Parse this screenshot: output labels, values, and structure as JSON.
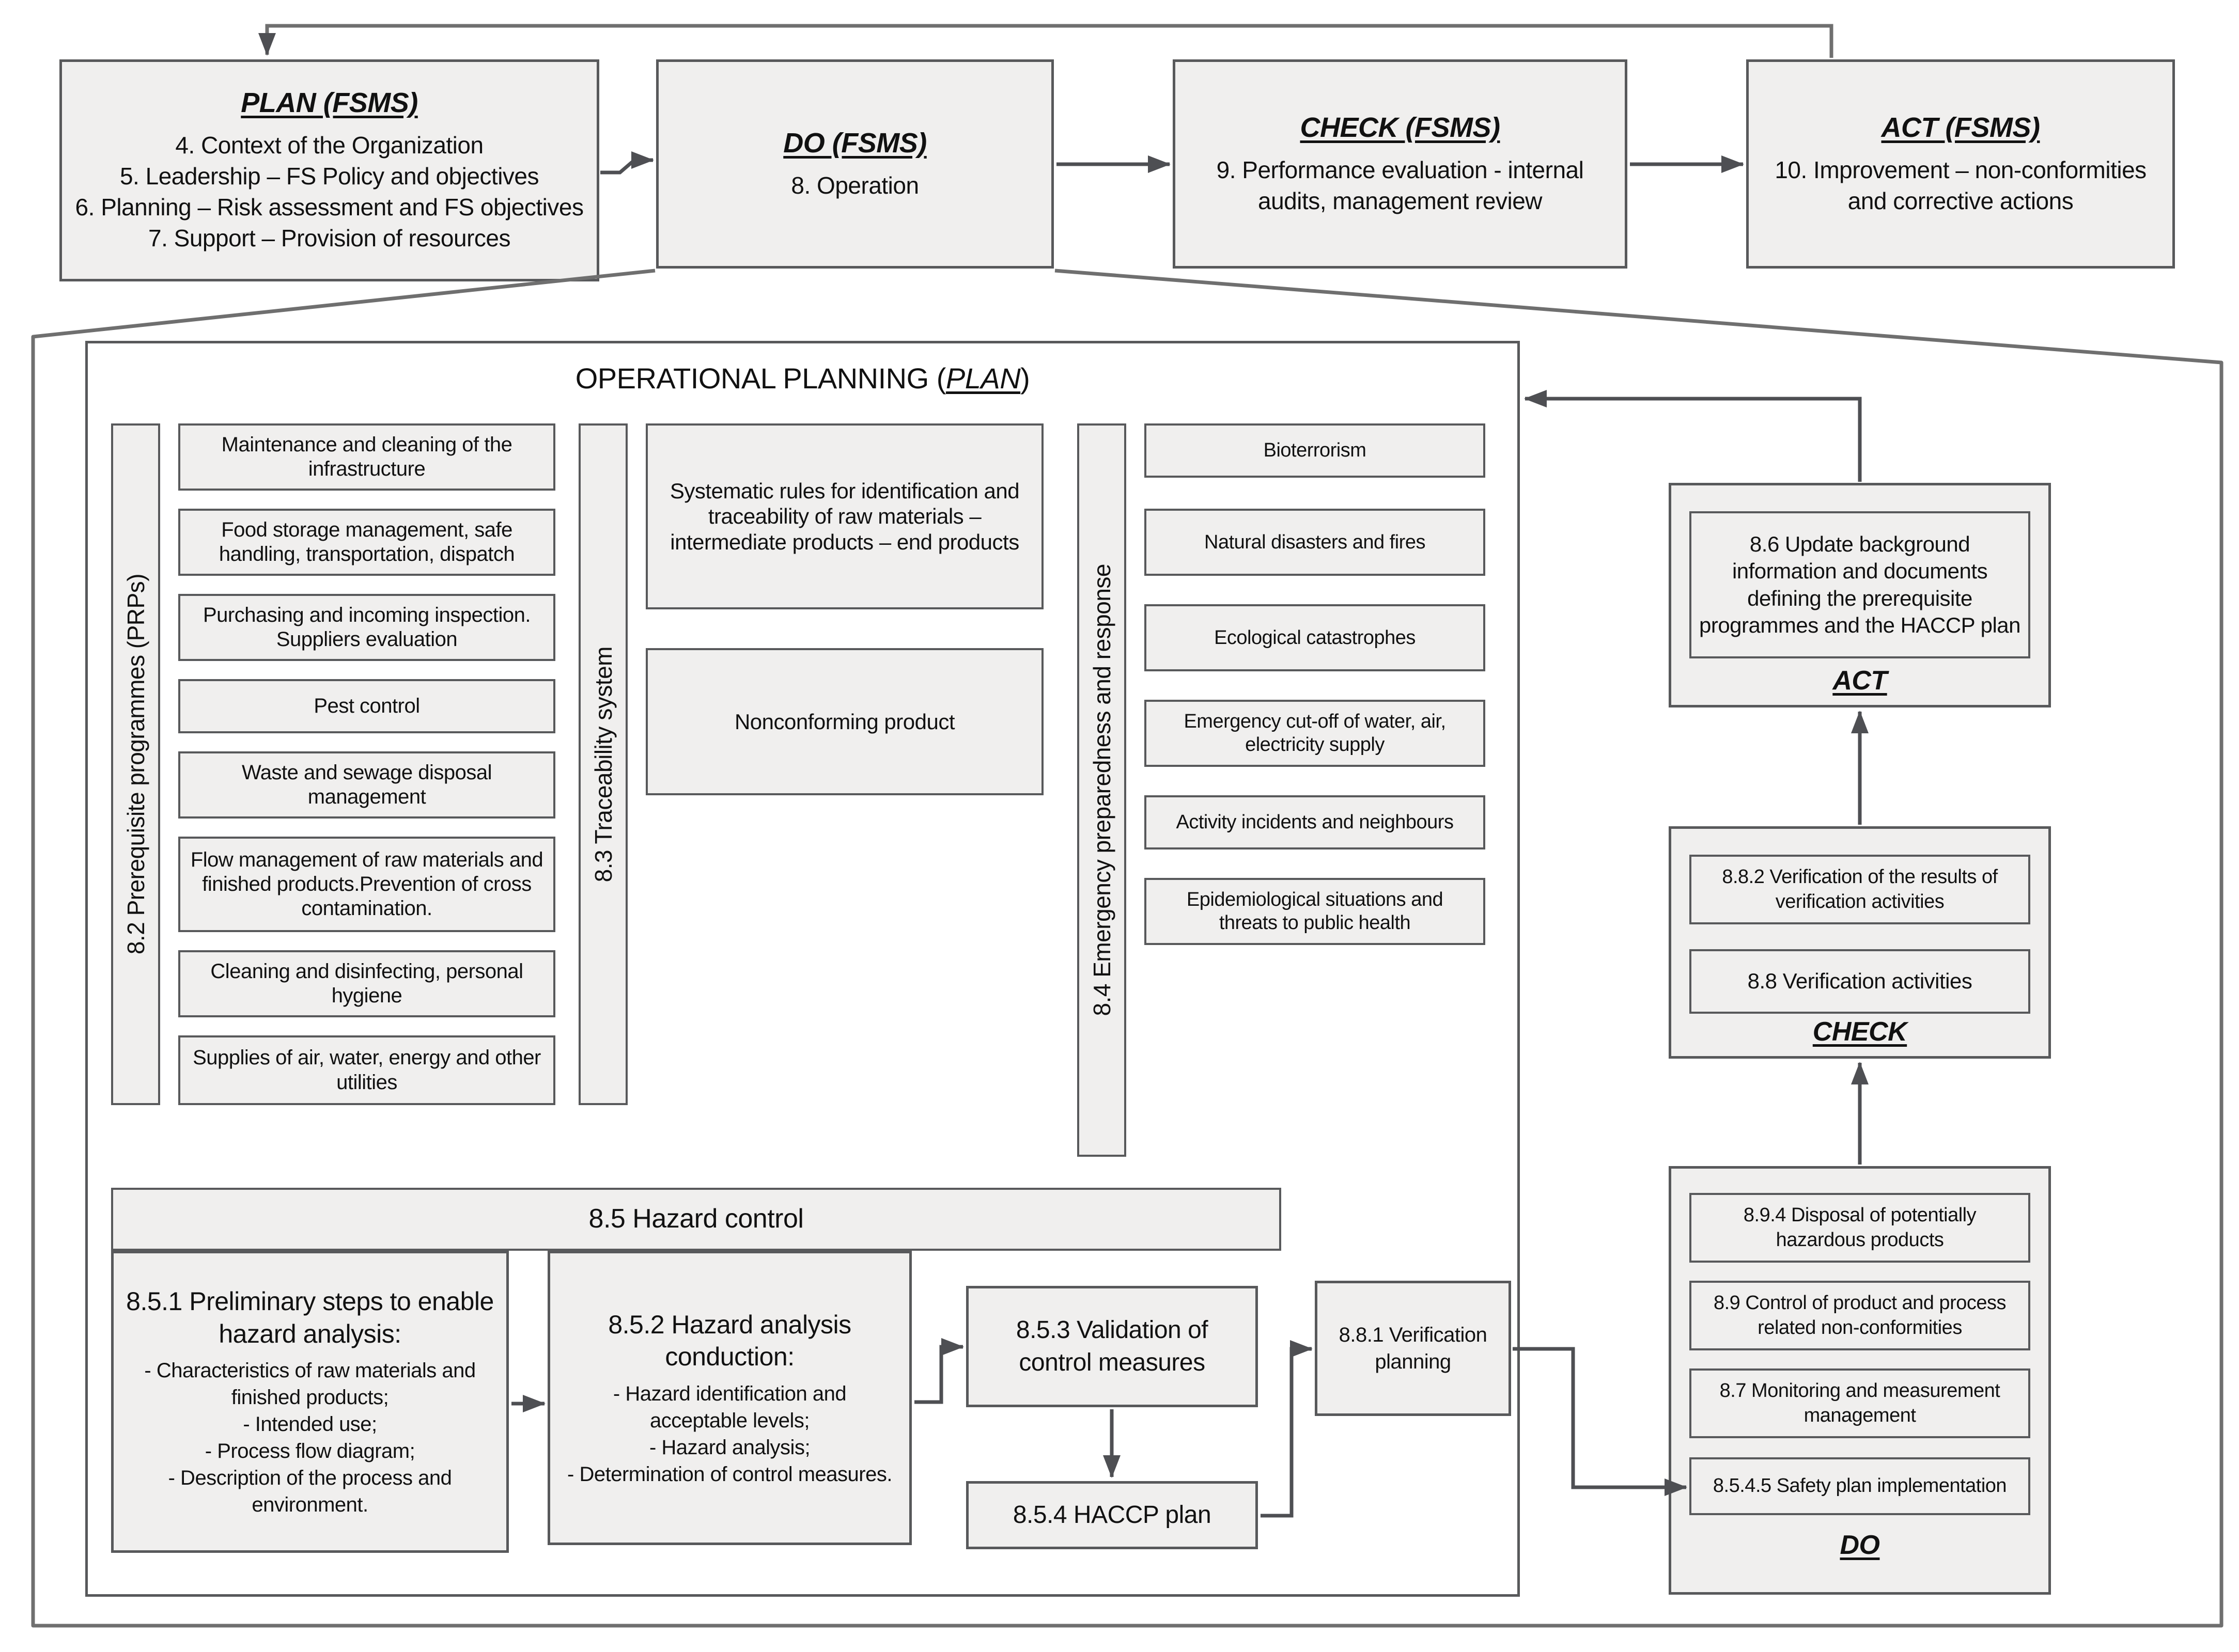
{
  "top": {
    "plan": {
      "title": "PLAN (FSMS)",
      "lines": [
        "4. Context of the Organization",
        "5. Leadership – FS Policy and objectives",
        "6. Planning – Risk assessment and FS objectives",
        "7. Support – Provision of resources"
      ]
    },
    "do": {
      "title": "DO (FSMS)",
      "lines": [
        "8. Operation"
      ]
    },
    "check": {
      "title": "CHECK (FSMS)",
      "lines": [
        "9. Performance evaluation - internal audits, management review"
      ]
    },
    "act": {
      "title": "ACT (FSMS)",
      "lines": [
        "10. Improvement – non-conformities and corrective actions"
      ]
    }
  },
  "op": {
    "title_pre": "OPERATIONAL PLANNING (",
    "title_plan": "PLAN",
    "title_post": ")",
    "prps": {
      "label": "8.2 Prerequisite programmes (PRPs)",
      "items": [
        "Maintenance and cleaning of the infrastructure",
        "Food storage management, safe handling, transportation, dispatch",
        "Purchasing and incoming inspection. Suppliers evaluation",
        "Pest control",
        "Waste and sewage disposal management",
        "Flow management of raw materials and finished products.Prevention of cross contamination.",
        "Cleaning and disinfecting, personal hygiene",
        "Supplies of air, water, energy and other utilities"
      ]
    },
    "trace": {
      "label": "8.3 Traceability system",
      "items": [
        "Systematic rules for identification and traceability of raw materials – intermediate products – end products",
        "Nonconforming product"
      ]
    },
    "emergency": {
      "label": "8.4 Emergency preparedness and response",
      "items": [
        "Bioterrorism",
        "Natural disasters and fires",
        "Ecological catastrophes",
        "Emergency cut-off of water, air, electricity supply",
        "Activity incidents and neighbours",
        "Epidemiological situations and threats to public health"
      ]
    },
    "hazard": {
      "banner": "8.5 Hazard control",
      "s851": {
        "title": "8.5.1 Preliminary steps to enable hazard analysis:",
        "items": [
          "- Characteristics of raw materials and finished products;",
          "- Intended use;",
          "- Process flow diagram;",
          "- Description of the process and environment."
        ]
      },
      "s852": {
        "title": "8.5.2 Hazard analysis conduction:",
        "items": [
          "- Hazard identification and acceptable levels;",
          "- Hazard analysis;",
          "- Determination of control measures."
        ]
      },
      "s853": "8.5.3 Validation of control measures",
      "s854": "8.5.4 HACCP plan",
      "s881": "8.8.1 Verification planning"
    }
  },
  "right": {
    "act": {
      "box": "8.6 Update background information and documents defining the prerequisite programmes and the HACCP plan",
      "label": "ACT"
    },
    "check": {
      "boxes": [
        "8.8.2 Verification of the results of verification activities",
        "8.8 Verification activities"
      ],
      "label": "CHECK"
    },
    "do": {
      "boxes": [
        "8.9.4 Disposal of potentially hazardous products",
        "8.9 Control of product and process related non-conformities",
        "8.7 Monitoring and measurement management",
        "8.5.4.5 Safety plan implementation"
      ],
      "label": "DO"
    }
  },
  "colors": {
    "box_fill": "#f0efee",
    "border": "#58595b",
    "arrow": "#4e4f53",
    "container_border": "#6f6f6f",
    "background": "#ffffff",
    "text": "#111111"
  }
}
